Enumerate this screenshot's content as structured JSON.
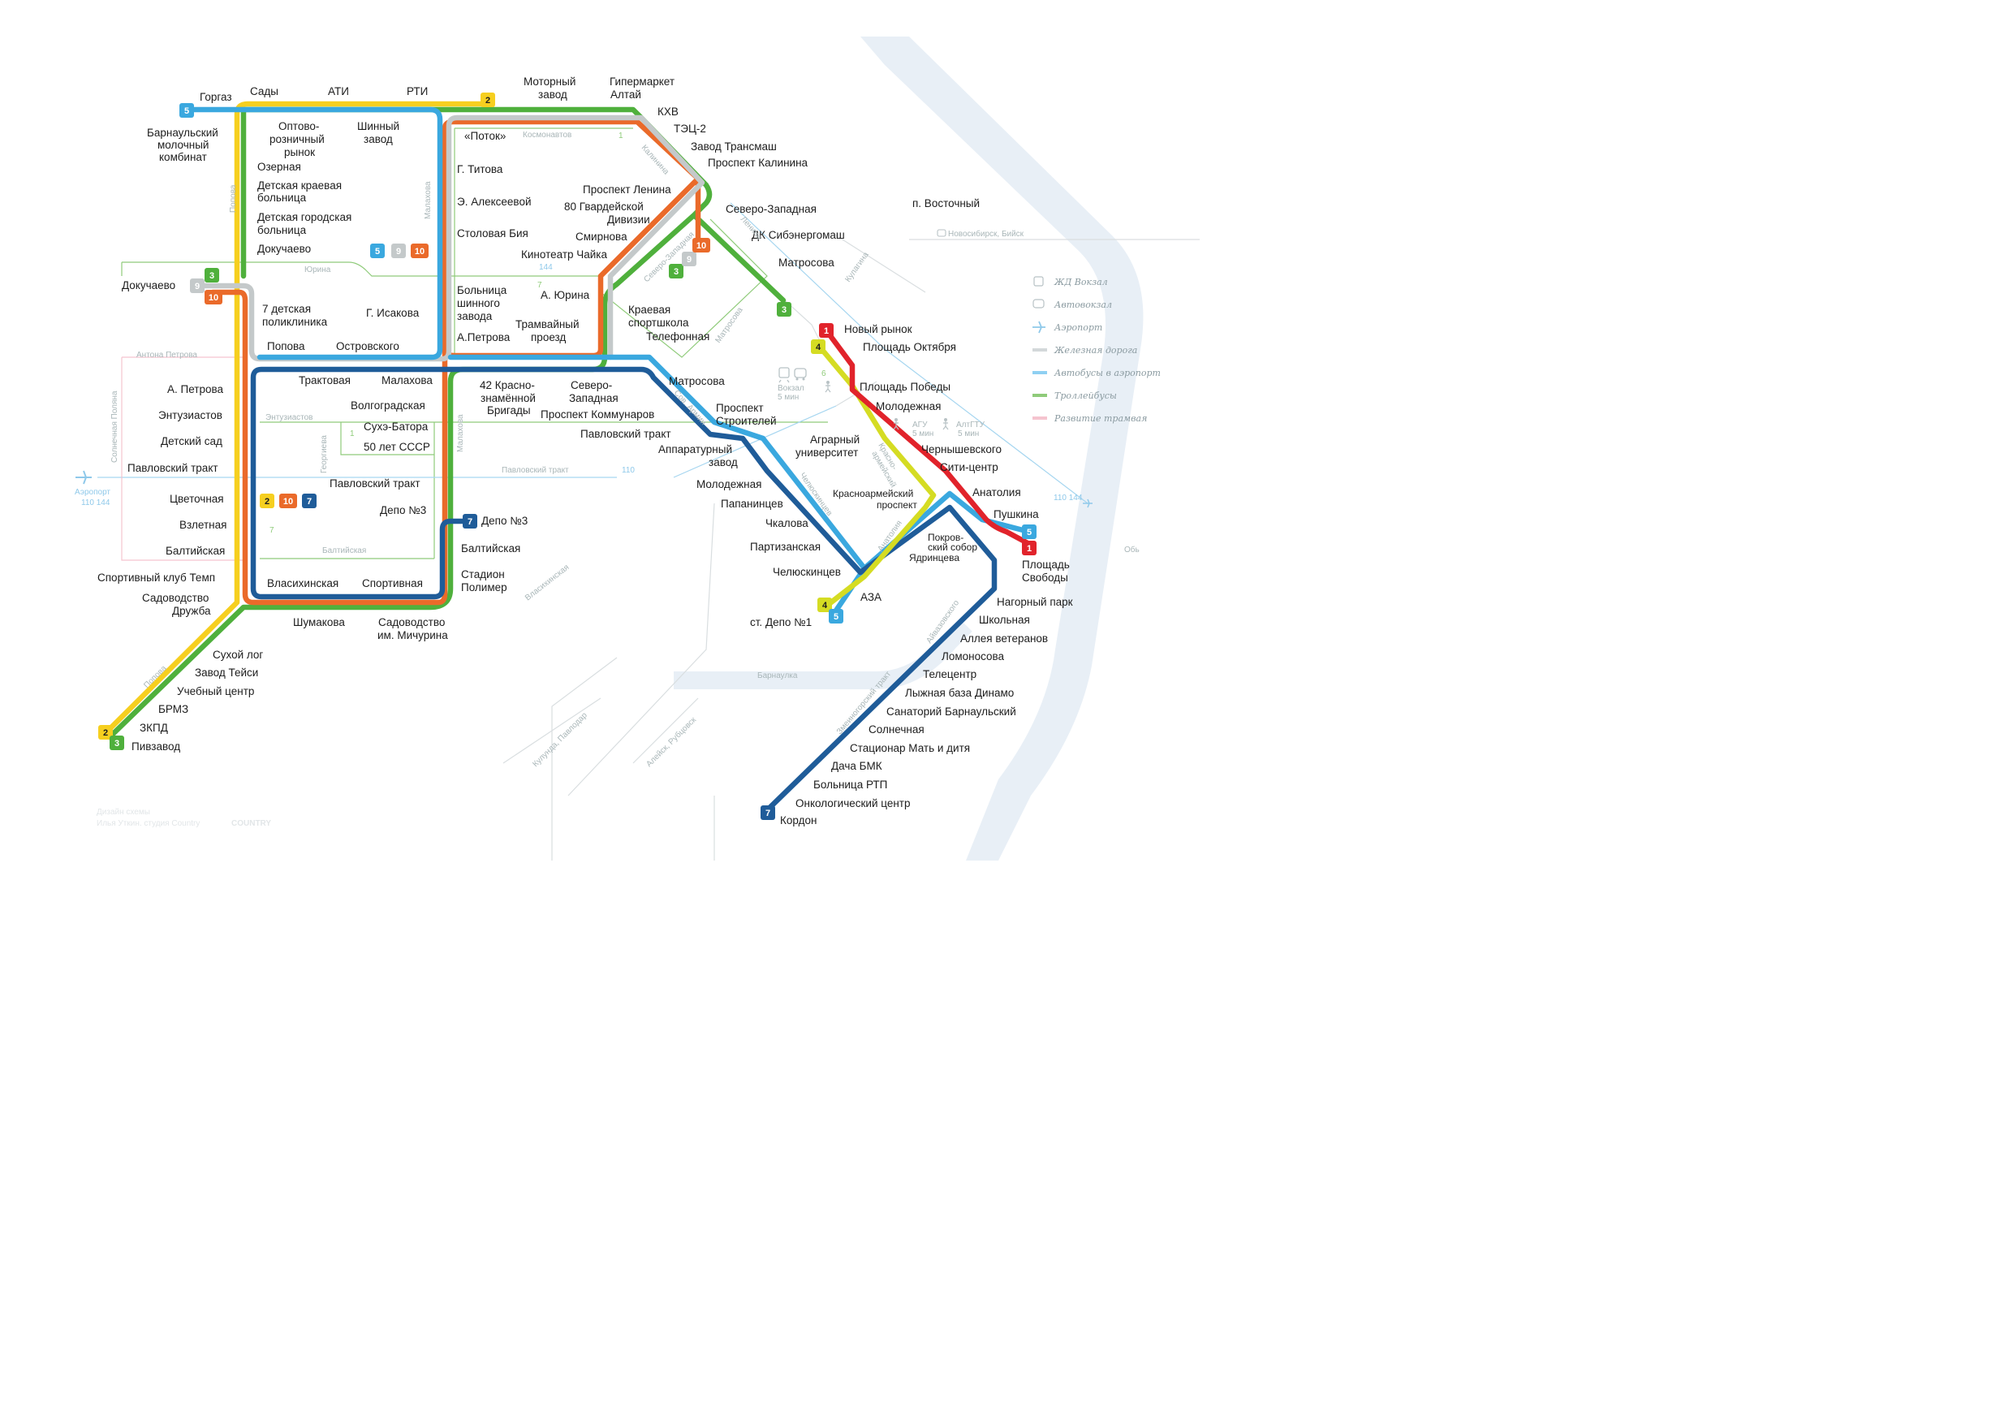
{
  "colors": {
    "line_2": "#f6cf1f",
    "line_3": "#4fb03c",
    "line_4": "#d5dc23",
    "line_5": "#3aa8df",
    "line_7": "#1f5c99",
    "line_9": "#c4c9ca",
    "line_10": "#ea6a2a",
    "line_1": "#e1232b",
    "trolleybus_ghost": "#8fcb7a",
    "bus_ghost": "#a6d6f0",
    "tram_dev": "#f5c4cf",
    "river": "#e8eff6",
    "street": "#d0d6d8"
  },
  "route_numbers": {
    "r2": "2",
    "r3": "3",
    "r4": "4",
    "r5": "5",
    "r7": "7",
    "r9": "9",
    "r10": "10",
    "r1": "1"
  },
  "stations": {
    "gorgaz": "Горгаз",
    "sady": "Сады",
    "ati": "АТИ",
    "rti": "РТИ",
    "motorny_1": "Моторный",
    "motorny_2": "завод",
    "giper_1": "Гипермаркет",
    "giper_2": "Алтай",
    "khv": "КХВ",
    "tec2": "ТЭЦ-2",
    "transmash": "Завод Трансмаш",
    "kalinina": "Проспект Калинина",
    "molkomb_1": "Барнаульский",
    "molkomb_2": "молочный",
    "molkomb_3": "комбинат",
    "opt_1": "Оптово-",
    "opt_2": "розничный",
    "opt_3": "рынок",
    "shinny_1": "Шинный",
    "shinny_2": "завод",
    "ozernaya": "Озерная",
    "dkb_1": "Детская краевая",
    "dkb_2": "больница",
    "dgb_1": "Детская городская",
    "dgb_2": "больница",
    "dokuchaevo_in": "Докучаево",
    "dokuchaevo": "Докучаево",
    "potok": "«Поток»",
    "titova": "Г. Титова",
    "alekseevoy": "Э. Алексеевой",
    "stolovaya": "Столовая Бия",
    "lenina": "Проспект Ленина",
    "gv80_1": "80 Гвардейской",
    "gv80_2": "Дивизии",
    "smirnova": "Смирнова",
    "chaika": "Кинотеатр Чайка",
    "bsz_1": "Больница",
    "bsz_2": "шинного",
    "bsz_3": "завода",
    "a_yurina": "А. Юрина",
    "g_isakova": "Г. Исакова",
    "poliklinika_1": "7 детская",
    "poliklinika_2": "поликлиника",
    "a_petrova_in": "А.Петрова",
    "tramvayny_1": "Трамвайный",
    "tramvayny_2": "проезд",
    "popova": "Попова",
    "ostrovskogo": "Островского",
    "kraevaya_1": "Краевая",
    "kraevaya_2": "спортшкола",
    "telefonnaya": "Телефонная",
    "severo_zap": "Северо-Западная",
    "dk_sib": "ДК Сибэнергомаш",
    "matrosova_ne": "Матросова",
    "p_vostochny": "п. Восточный",
    "traktovaya": "Трактовая",
    "malakhova": "Малахова",
    "volgogradskaya": "Волгоградская",
    "sukhe": "Сухэ-Батора",
    "sssr50": "50 лет СССР",
    "krasnozn_1": "42 Красно-",
    "krasnozn_2": "знамённой",
    "krasnozn_3": "Бригады",
    "sz2_1": "Северо-",
    "sz2_2": "Западная",
    "matrosova": "Матросова",
    "kommunarov": "Проспект Коммунаров",
    "stroiteley_1": "Проспект",
    "stroiteley_2": "Строителей",
    "pavl_trakt_c": "Павловский тракт",
    "apparat_1": "Аппаратурный",
    "apparat_2": "завод",
    "pavl_trakt_m": "Павловский тракт",
    "depo3": "Депо №3",
    "depo3_b": "Депо №3",
    "baltiyskaya_m": "Балтийская",
    "stadion_1": "Стадион",
    "stadion_2": "Полимер",
    "a_petrova": "А. Петрова",
    "entuziastov": "Энтузиастов",
    "det_sad": "Детский сад",
    "pavl_trakt_w": "Павловский тракт",
    "cvetochnaya": "Цветочная",
    "vzletnaya": "Взлетная",
    "baltiyskaya": "Балтийская",
    "temp": "Спортивный клуб Темп",
    "druzhba_1": "Садоводство",
    "druzhba_2": "Дружба",
    "vlasikha": "Власихинская",
    "sportivnaya": "Спортивная",
    "shumakova": "Шумакова",
    "michurina_1": "Садоводство",
    "michurina_2": "им. Мичурина",
    "sukhoy_log": "Сухой лог",
    "teysi": "Завод Тейси",
    "uchebny": "Учебный центр",
    "brmz": "БРМЗ",
    "zkpd": "ЗКПД",
    "pivzavod": "Пивзавод",
    "molodezhnaya_w": "Молодежная",
    "papanintsev": "Папанинцев",
    "chkalova": "Чкалова",
    "partizanskaya": "Партизанская",
    "chelyuskintsev": "Челюскинцев",
    "aza": "АЗА",
    "st_depo1": "ст. Депо №1",
    "noviy_rynok": "Новый рынок",
    "oktyabrya": "Площадь Октября",
    "pobedy": "Площадь Победы",
    "molodezhnaya_e": "Молодежная",
    "agrarny_1": "Аграрный",
    "agrarny_2": "университет",
    "chernyshevskogo": "Чернышевского",
    "siti": "Сити-центр",
    "krasnoarm_1": "Красноармейский",
    "krasnoarm_2": "проспект",
    "anatoliya": "Анатолия",
    "pushkina": "Пушкина",
    "pokrov_1": "Покров-",
    "pokrov_2": "ский собор",
    "yadrintseva": "Ядринцева",
    "svobody_1": "Площадь",
    "svobody_2": "Свободы",
    "nagorny": "Нагорный парк",
    "shkolnaya": "Школьная",
    "alleya": "Аллея ветеранов",
    "lomonosova": "Ломоносова",
    "telecentr": "Телецентр",
    "dinamo": "Лыжная база Динамо",
    "sanatoriy": "Санаторий Барнаульский",
    "solnechnaya": "Солнечная",
    "mat_ditya": "Стационар Мать и дитя",
    "dacha": "Дача БМК",
    "rtp": "Больница РТП",
    "onko": "Онкологический центр",
    "kordon": "Кордон"
  },
  "streets": {
    "kosmonavtov": "Космонавтов",
    "kalinina": "Калинина",
    "malakhova_top": "Малахова",
    "popova_top": "Попова",
    "yurina": "Юрина",
    "severo_zap": "Северо-Западная",
    "lenina": "Ленина",
    "kulagina": "Кулагина",
    "antona_petrova": "Антона Петрова",
    "solnechnaya_polyana": "Солнечная Поляна",
    "entuziastov": "Энтузиастов",
    "georgieva": "Георгиева",
    "malakhova": "Малахова",
    "pavlovsky_trakt": "Павловский тракт",
    "baltiyskaya": "Балтийская",
    "vlasikhinskaya": "Власихинская",
    "sov_armii": "Сов. Армии",
    "chelyuskintsev": "Челюскинцев",
    "matrosova": "Матросова",
    "krasnoarm": "Красно-",
    "krasnoarm_2": "армейский",
    "anatoliya": "Анатолия",
    "ayvazovskogo": "Айвазовского",
    "zmeinogorsky": "Змеиногорский тракт",
    "barnaulka": "Барнаулка",
    "popova_sw": "Попова",
    "kulunda": "Кулунда, Павлодар",
    "aleysk": "Алейск, Рубцовск",
    "novosibirsk": "Новосибирск, Бийск",
    "ob": "Обь",
    "vokzal_1": "Вокзал",
    "vokzal_2": "5 мин",
    "agu_1": "АГУ",
    "agu_2": "5 мин",
    "altgtu_1": "АлтГТУ",
    "altgtu_2": "5 мин",
    "airport_1": "Аэропорт",
    "airport_2": "110 144",
    "bus_110": "110",
    "bus_144": "144",
    "bus_110_144": "110 144",
    "troll_1": "1",
    "troll_1b": "1",
    "troll_6": "6",
    "troll_7": "7",
    "troll_7b": "7"
  },
  "legend": {
    "rail_station": "ЖД Вокзал",
    "bus_station": "Автовокзал",
    "airport": "Аэропорт",
    "railway": "Железная дорога",
    "airport_buses": "Автобусы в аэропорт",
    "trolleybuses": "Троллейбусы",
    "tram_dev": "Развитие трамвая"
  },
  "credit": {
    "line1": "Дизайн схемы",
    "line2": "Илья Уткин. студия Country",
    "logo": "COUNTRY"
  }
}
